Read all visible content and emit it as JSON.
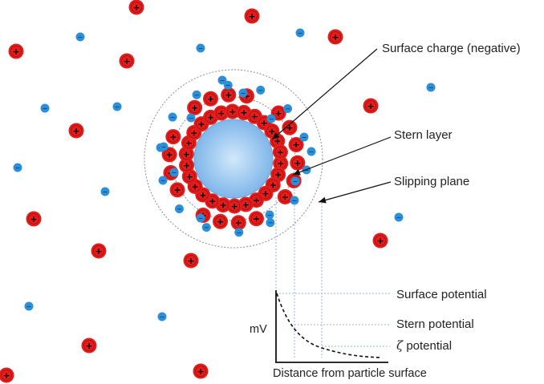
{
  "labels": {
    "surface_charge": "Surface charge (negative)",
    "stern_layer": "Stern layer",
    "slipping_plane": "Slipping plane",
    "surface_potential": "Surface potential",
    "stern_potential": "Stern potential",
    "zeta_symbol": "ζ",
    "zeta_potential": "potential",
    "y_axis": "mV",
    "x_axis": "Distance from particle surface"
  },
  "ion_symbols": {
    "cation": "+",
    "anion": "−"
  },
  "colors": {
    "cation": "#e31c1c",
    "anion": "#2b90d9",
    "particle_center": "#d2e8fb",
    "particle_edge": "#7fb6ea",
    "dotted": "#8c8c8c",
    "guide": "#9bb3cc"
  }
}
